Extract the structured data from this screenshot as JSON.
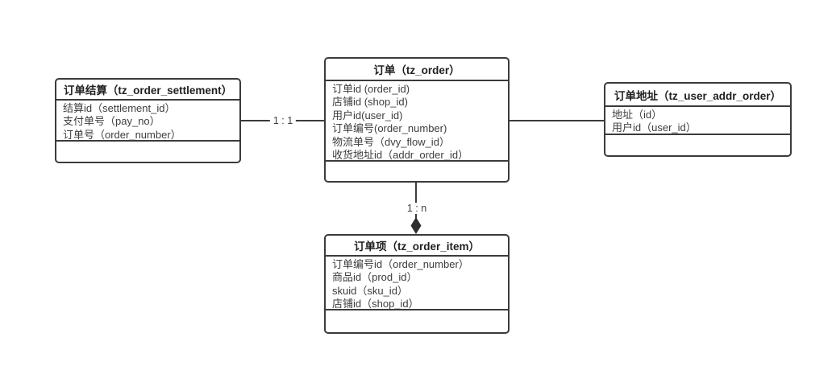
{
  "diagram": {
    "background": "#ffffff",
    "colors": {
      "border": "#3b3b3b",
      "line": "#3b3b3b",
      "title_text": "#1f1f1f",
      "field_text": "#3d3d3d",
      "diamond_fill": "#2e2e2e"
    },
    "tables": [
      {
        "id": "tz_order_settlement",
        "title": "订单结算（tz_order_settlement）",
        "fields": [
          "结算id（settlement_id）",
          "支付单号（pay_no）",
          "订单号（order_number）"
        ]
      },
      {
        "id": "tz_order",
        "title": "订单（tz_order）",
        "fields": [
          "订单id (order_id)",
          "店铺id (shop_id)",
          "用户id(user_id)",
          "订单编号(order_number)",
          "物流单号（dvy_flow_id）",
          "收货地址id（addr_order_id）"
        ]
      },
      {
        "id": "tz_user_addr_order",
        "title": "订单地址（tz_user_addr_order）",
        "fields": [
          "地址（id）",
          "用户id（user_id）"
        ]
      },
      {
        "id": "tz_order_item",
        "title": "订单项（tz_order_item）",
        "fields": [
          "订单编号id（order_number）",
          "商品id（prod_id）",
          "skuid（sku_id）",
          "店铺id（shop_id）"
        ]
      }
    ],
    "relations": [
      {
        "from": "tz_order_settlement",
        "to": "tz_order",
        "label": "1 : 1",
        "arrow": "none"
      },
      {
        "from": "tz_order",
        "to": "tz_user_addr_order",
        "label": "",
        "arrow": "none"
      },
      {
        "from": "tz_order",
        "to": "tz_order_item",
        "label": "1 : n",
        "arrow": "filled-diamond"
      }
    ]
  }
}
